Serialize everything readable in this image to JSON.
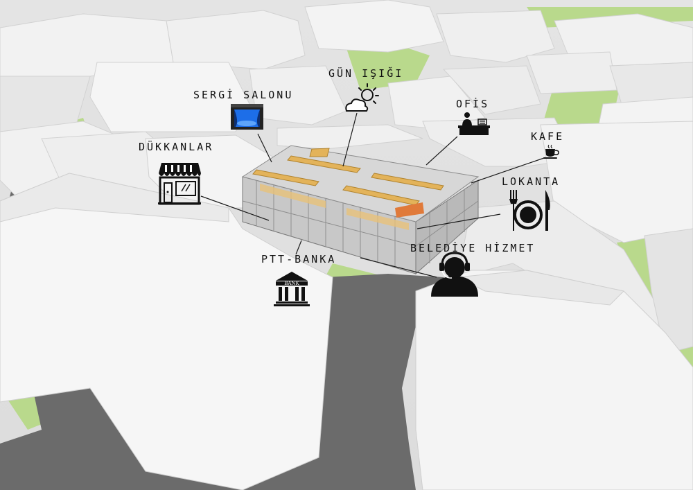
{
  "labels": {
    "sergi_salonu": "SERGİ SALONU",
    "gun_isigi": "GÜN IŞIĞI",
    "ofis": "OFİS",
    "kafe": "KAFE",
    "dukkanlar": "DÜKKANLAR",
    "lokanta": "LOKANTA",
    "belediye_hizmet": "BELEDİYE HİZMET",
    "ptt_banka": "PTT-BANKA"
  },
  "icons": {
    "sergi_salonu": "theater-stage-icon",
    "gun_isigi": "sun-cloud-icon",
    "ofis": "office-desk-icon",
    "kafe": "coffee-cup-icon",
    "dukkanlar": "storefront-icon",
    "lokanta": "fork-plate-knife-icon",
    "belediye_hizmet": "headset-operator-icon",
    "ptt_banka": "bank-building-icon"
  },
  "bank_icon_text": "BANK",
  "colors": {
    "road": "#6b6b6b",
    "grass": "#b9d98c",
    "massing": "#f1f1f1",
    "roof_panels": "#e3b35a",
    "stage_blue": "#1d6ee8",
    "ink": "#111111"
  }
}
